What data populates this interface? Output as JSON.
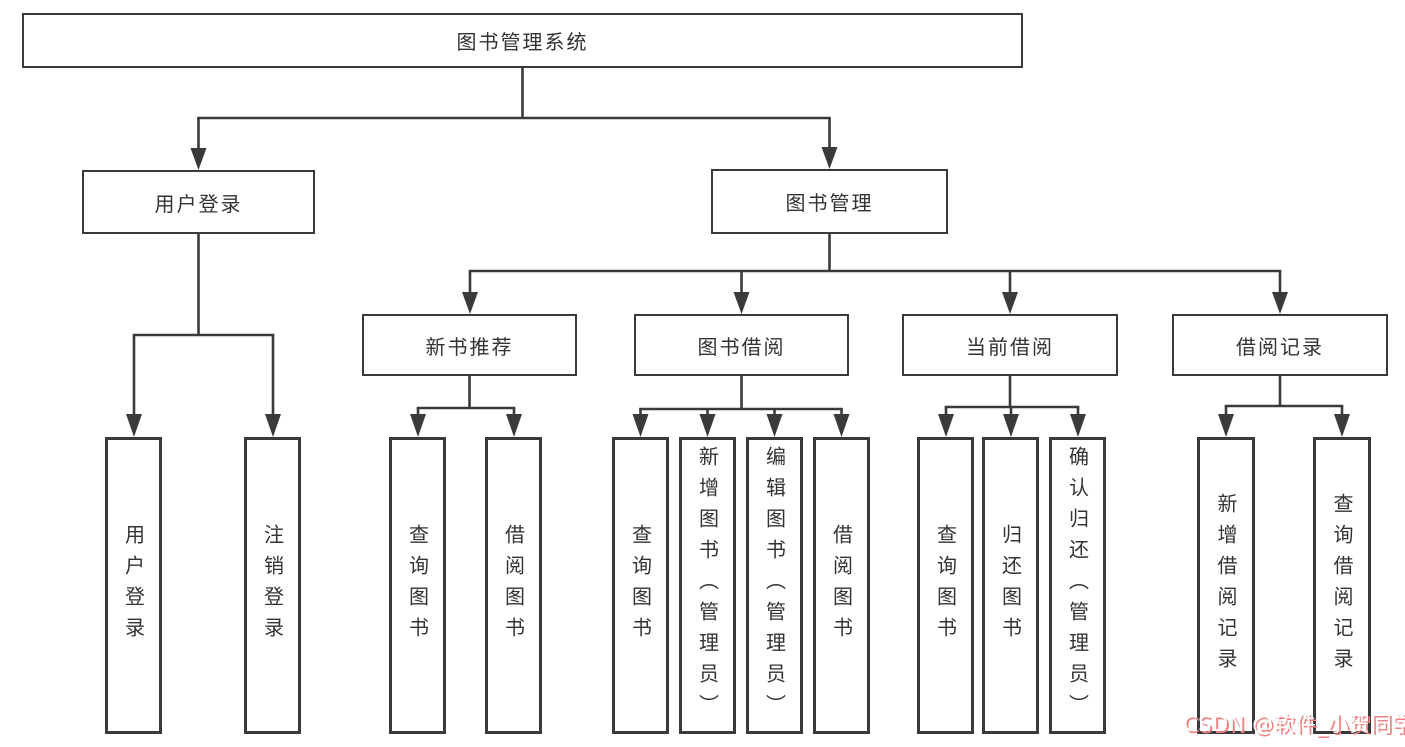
{
  "diagram": {
    "background": "#ffffff",
    "line_color": "#3a3a3a",
    "text_color": "#333333",
    "root": {
      "label": "图书管理系统"
    },
    "branches": [
      {
        "label": "用户登录",
        "children": [
          {
            "label": "用户登录"
          },
          {
            "label": "注销登录"
          }
        ]
      },
      {
        "label": "图书管理",
        "children": [
          {
            "label": "新书推荐",
            "children": [
              {
                "label": "查询图书"
              },
              {
                "label": "借阅图书"
              }
            ]
          },
          {
            "label": "图书借阅",
            "children": [
              {
                "label": "查询图书"
              },
              {
                "label": "新增图书（管理员）"
              },
              {
                "label": "编辑图书（管理员）"
              },
              {
                "label": "借阅图书"
              }
            ]
          },
          {
            "label": "当前借阅",
            "children": [
              {
                "label": "查询图书"
              },
              {
                "label": "归还图书"
              },
              {
                "label": "确认归还（管理员）"
              }
            ]
          },
          {
            "label": "借阅记录",
            "children": [
              {
                "label": "新增借阅记录"
              },
              {
                "label": "查询借阅记录"
              }
            ]
          }
        ]
      }
    ]
  },
  "watermark": {
    "text": "CSDN @软件_小贺同学",
    "text_color": "#ffffff",
    "shadow_color": "#f08080"
  }
}
